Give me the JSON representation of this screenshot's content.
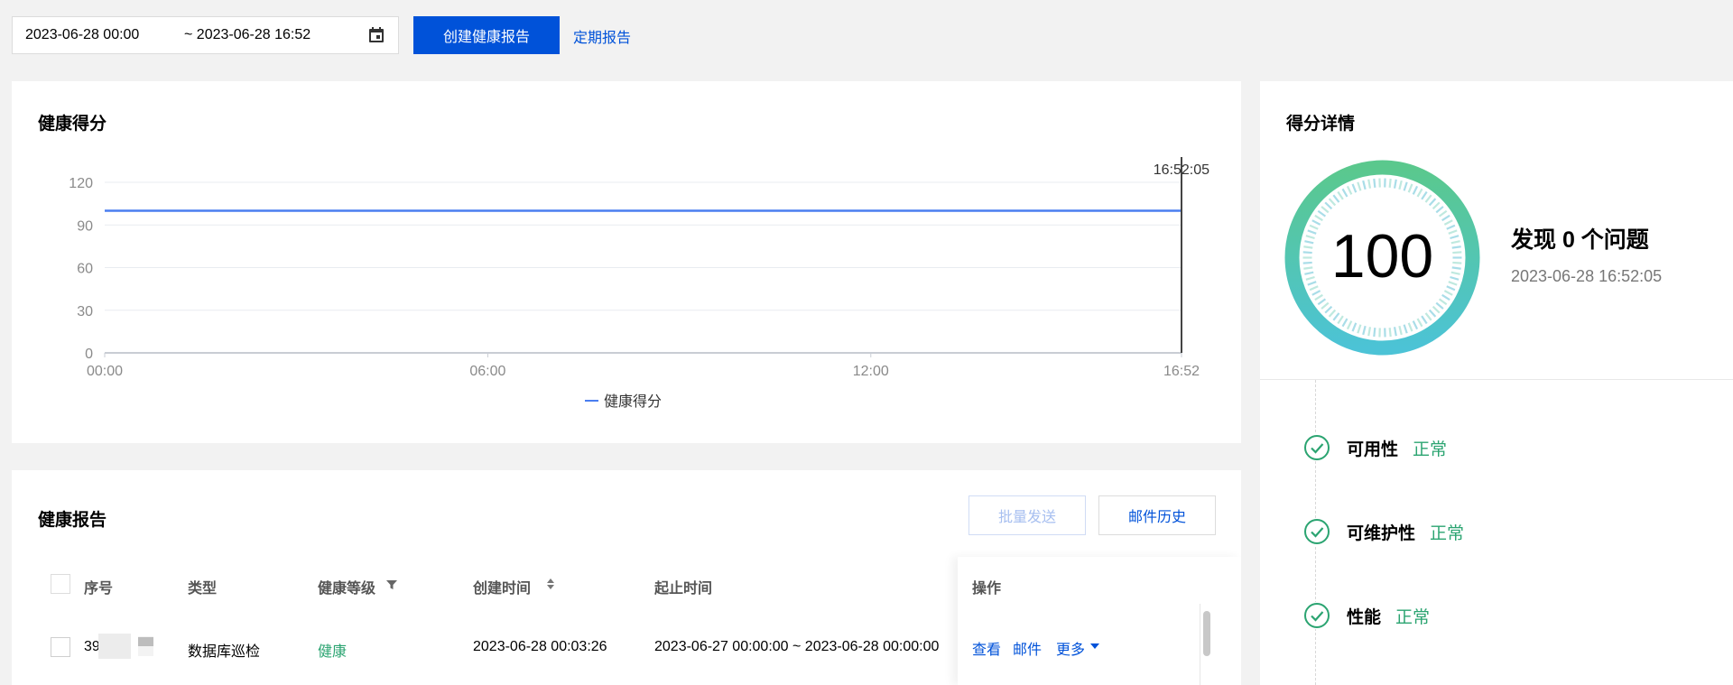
{
  "toolbar": {
    "date_start": "2023-06-28 00:00",
    "date_end": "~ 2023-06-28 16:52",
    "create_button": "创建健康报告",
    "periodic_link": "定期报告"
  },
  "score_chart": {
    "title": "健康得分",
    "marker_label": "16:52:05",
    "legend": "健康得分"
  },
  "chart_data": {
    "type": "line",
    "x": [
      "00:00",
      "16:52"
    ],
    "x_ticks": [
      "00:00",
      "06:00",
      "12:00",
      "16:52"
    ],
    "y_ticks": [
      0,
      30,
      60,
      90,
      120
    ],
    "ylim": [
      0,
      120
    ],
    "series": [
      {
        "name": "健康得分",
        "values": [
          100,
          100
        ]
      }
    ],
    "legend_position": "bottom-center",
    "colors": {
      "series": "#4a7ef0",
      "grid": "#e9ecf0",
      "marker": "#444444"
    }
  },
  "detail": {
    "title": "得分详情",
    "score": "100",
    "score_value": 100,
    "issues": "发现 0 个问题",
    "time": "2023-06-28 16:52:05",
    "items": [
      {
        "label": "可用性",
        "status": "正常"
      },
      {
        "label": "可维护性",
        "status": "正常"
      },
      {
        "label": "性能",
        "status": "正常"
      }
    ],
    "colors": {
      "ring_start": "#5ac88d",
      "ring_end": "#4cc3d6",
      "ok": "#2ba471"
    }
  },
  "reports": {
    "title": "健康报告",
    "batch_send": "批量发送",
    "mail_history": "邮件历史",
    "columns": {
      "seq": "序号",
      "type": "类型",
      "level": "健康等级",
      "created": "创建时间",
      "range": "起止时间",
      "ops": "操作"
    },
    "rows": [
      {
        "seq": "39",
        "type": "数据库巡检",
        "level": "健康",
        "created": "2023-06-28 00:03:26",
        "range": "2023-06-27 00:00:00 ~ 2023-06-28 00:00:00",
        "ops": {
          "view": "查看",
          "mail": "邮件",
          "more": "更多"
        }
      }
    ]
  }
}
